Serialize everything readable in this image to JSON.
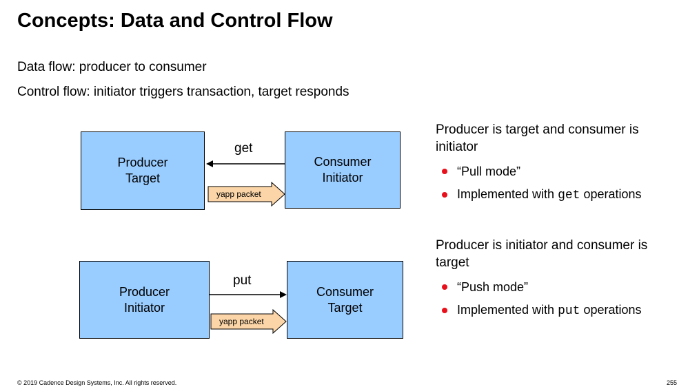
{
  "title": "Concepts: Data and Control Flow",
  "intro": {
    "data_flow": "Data flow: producer to consumer",
    "control_flow": "Control flow: initiator triggers transaction, target responds"
  },
  "diagram1": {
    "left_box": {
      "line1": "Producer",
      "line2": "Target"
    },
    "right_box": {
      "line1": "Consumer",
      "line2": "Initiator"
    },
    "arrow_label": "get",
    "packet_label": "yapp packet"
  },
  "diagram2": {
    "left_box": {
      "line1": "Producer",
      "line2": "Initiator"
    },
    "right_box": {
      "line1": "Consumer",
      "line2": "Target"
    },
    "arrow_label": "put",
    "packet_label": "yapp packet"
  },
  "section1": {
    "heading": "Producer is target and consumer is initiator",
    "bullet1": "“Pull mode”",
    "bullet2_prefix": "Implemented with ",
    "bullet2_code": "get",
    "bullet2_suffix": " operations"
  },
  "section2": {
    "heading": "Producer is initiator and consumer is target",
    "bullet1": "“Push mode”",
    "bullet2_prefix": "Implemented with ",
    "bullet2_code": "put",
    "bullet2_suffix": " operations"
  },
  "footer": {
    "copyright": "© 2019 Cadence Design Systems, Inc. All rights reserved.",
    "page_number": "255"
  },
  "colors": {
    "box_fill": "#99ccff",
    "packet_fill": "#fbd5a7",
    "bullet": "#e8101a"
  }
}
